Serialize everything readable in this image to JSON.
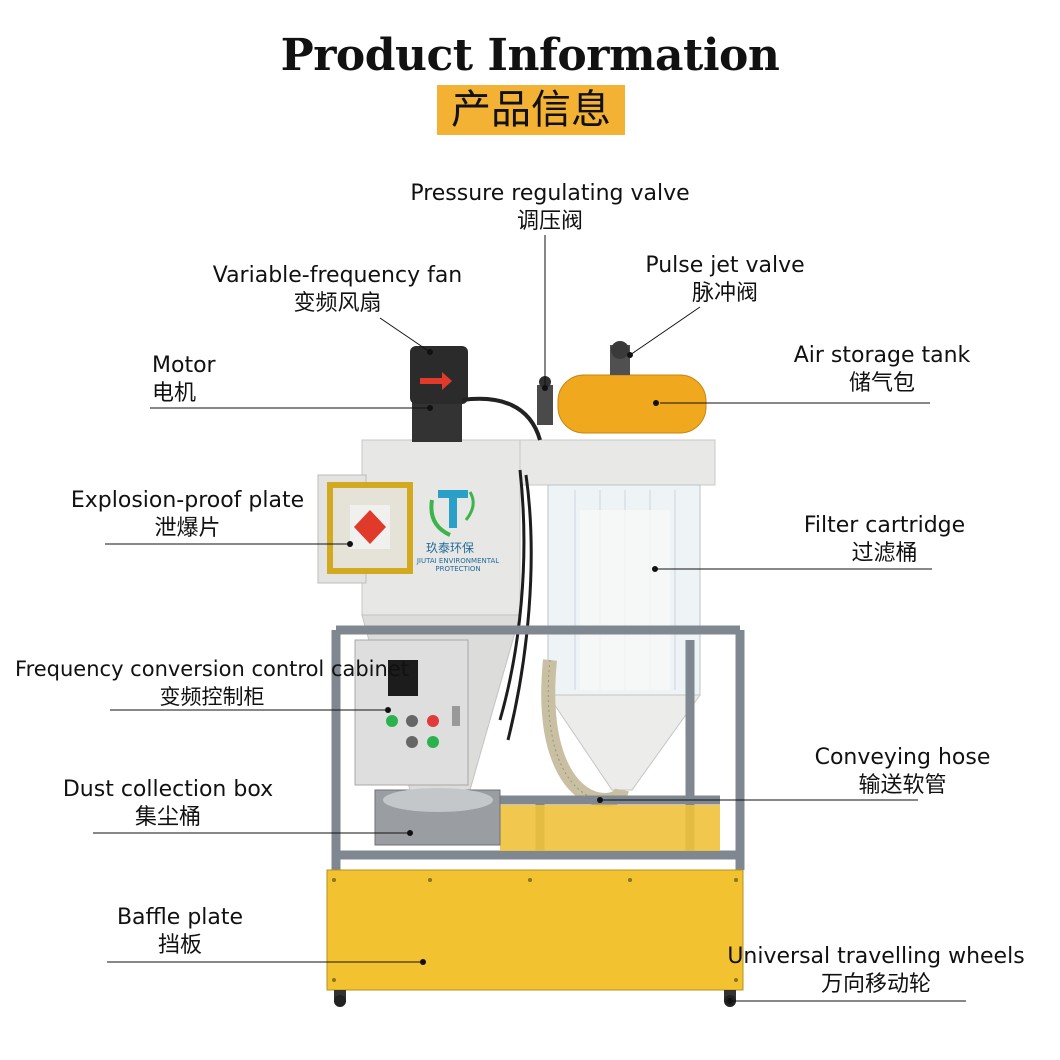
{
  "header": {
    "title": "Product Information",
    "subtitle": "产品信息"
  },
  "labels": {
    "pressure_valve": {
      "en": "Pressure regulating valve",
      "zh": "调压阀"
    },
    "fan": {
      "en": "Variable-frequency fan",
      "zh": "变频风扇"
    },
    "pulse_valve": {
      "en": "Pulse jet valve",
      "zh": "脉冲阀"
    },
    "motor": {
      "en": "Motor",
      "zh": "电机"
    },
    "air_tank": {
      "en": "Air storage tank",
      "zh": "储气包"
    },
    "explosion_plate": {
      "en": "Explosion-proof plate",
      "zh": "泄爆片"
    },
    "filter": {
      "en": "Filter cartridge",
      "zh": "过滤桶"
    },
    "control_cabinet": {
      "en": "Frequency conversion control cabinet",
      "zh": "变频控制柜"
    },
    "hose": {
      "en": "Conveying hose",
      "zh": "输送软管"
    },
    "dust_box": {
      "en": "Dust collection box",
      "zh": "集尘桶"
    },
    "baffle": {
      "en": "Baffle plate",
      "zh": "挡板"
    },
    "wheels": {
      "en": "Universal travelling wheels",
      "zh": "万向移动轮"
    }
  },
  "machine": {
    "brand_cn": "玖泰环保",
    "brand_en": "JIUTAI ENVIRONMENTAL",
    "brand_en2": "PROTECTION"
  },
  "colors": {
    "accent": "#f4b234",
    "body_gray": "#e6e6e4",
    "frame_gray": "#8a9299",
    "yellow_panel": "#f2c230"
  }
}
